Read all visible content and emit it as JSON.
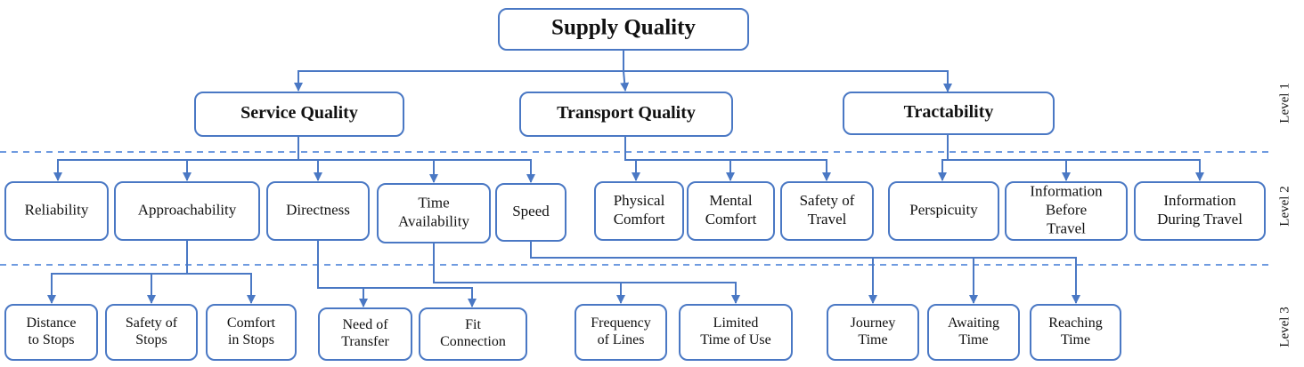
{
  "root": "Supply Quality",
  "level1": [
    "Service Quality",
    "Transport Quality",
    "Tractability"
  ],
  "level2": [
    [
      "Reliability"
    ],
    [
      "Approachability"
    ],
    [
      "Directness"
    ],
    [
      "Time",
      "Availability"
    ],
    [
      "Speed"
    ],
    [
      "Physical",
      "Comfort"
    ],
    [
      "Mental",
      "Comfort"
    ],
    [
      "Safety of",
      "Travel"
    ],
    [
      "Perspicuity"
    ],
    [
      "Information",
      "Before",
      "Travel"
    ],
    [
      "Information",
      "During Travel"
    ]
  ],
  "level3": [
    [
      "Distance",
      "to Stops"
    ],
    [
      "Safety of",
      "Stops"
    ],
    [
      "Comfort",
      "in Stops"
    ],
    [
      "Need of",
      "Transfer"
    ],
    [
      "Fit",
      "Connection"
    ],
    [
      "Frequency",
      "of Lines"
    ],
    [
      "Limited",
      "Time of Use"
    ],
    [
      "Journey",
      "Time"
    ],
    [
      "Awaiting",
      "Time"
    ],
    [
      "Reaching",
      "Time"
    ]
  ],
  "level_labels": [
    "Level 1",
    "Level 2",
    "Level 3"
  ]
}
